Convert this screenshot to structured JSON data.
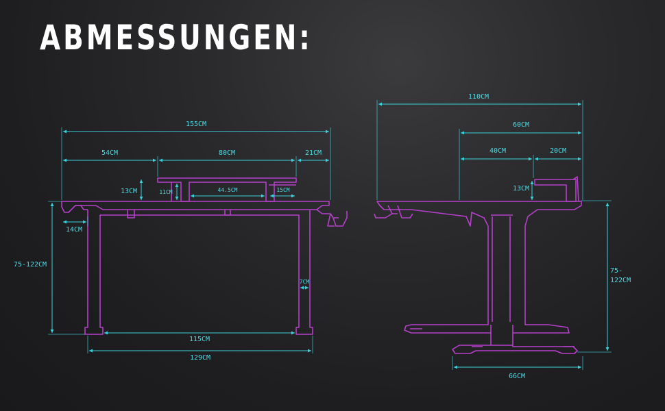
{
  "title": "ABMESSUNGEN:",
  "colors": {
    "outline": "#b63fcc",
    "dimension": "#3bd0dc",
    "background": "#232325",
    "title": "#ffffff"
  },
  "front_view": {
    "width_total": "155CM",
    "left_section": "54CM",
    "monitor_shelf": "80CM",
    "right_section": "21CM",
    "shelf_height": "13CM",
    "shelf_inner_height": "11CM",
    "shelf_opening": "44.5CM",
    "shelf_side": "15CM",
    "top_overhang": "14CM",
    "height_range": "75-122CM",
    "leg_width": "7CM",
    "inner_leg_span": "115CM",
    "foot_span": "129CM"
  },
  "side_view": {
    "depth_total": "110CM",
    "desk_depth": "60CM",
    "shelf_depth": "40CM",
    "tray_depth": "20CM",
    "tray_height": "13CM",
    "height_range_line1": "75-",
    "height_range_line2": "122CM",
    "foot_depth": "66CM"
  }
}
